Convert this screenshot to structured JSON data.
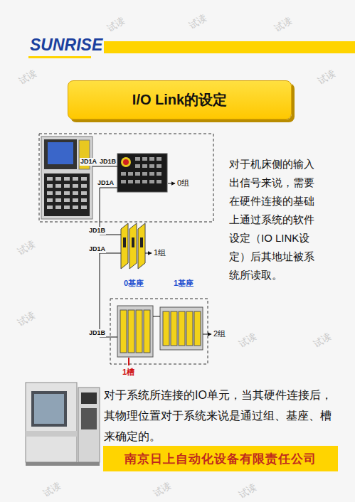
{
  "diagram": {
    "title": "I/O Link的设定",
    "nodes": [
      {
        "text": [
          "I/O Link的设定"
        ]
      },
      {
        "text": [
          "南京日上自动化设备有限责任公司"
        ]
      }
    ],
    "labels": [
      "SUNRISE",
      "JD1A",
      "JD1B",
      "JD1A",
      "0组",
      "JD1B",
      "JD1A",
      "1组",
      "0基座",
      "1基座",
      "JD1B",
      "2组",
      "1槽",
      "对于机床侧的输入出信号来说，需要在硬件连接的基础上通过系统的软件设定（IO LINK设定）后其地址被系统所读取。",
      "对于系统所连接的IO单元，当其硬件连接后，其物理位置对于系统来说是通过组、基座、槽来确定的。",
      "试读",
      "试读",
      "试读",
      "试读",
      "试读",
      "试读",
      "试读",
      "试读",
      "试读",
      "试读",
      "试读",
      "试读"
    ]
  }
}
